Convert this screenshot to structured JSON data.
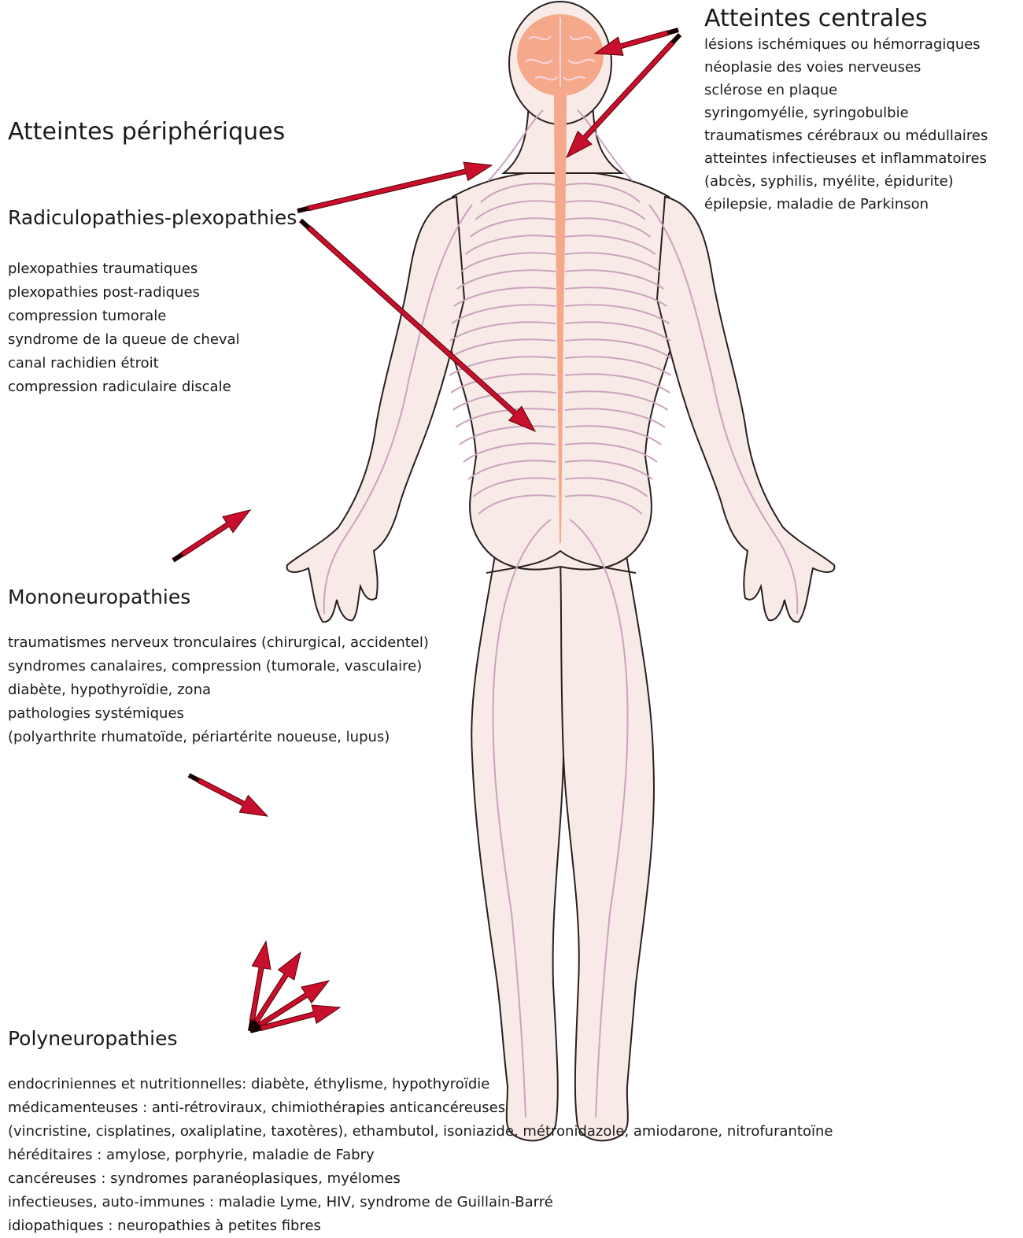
{
  "colors": {
    "skin": "#f8ebe7",
    "outline": "#2a1f1f",
    "nerve": "#caa3bc",
    "cns": "#f5a98a",
    "arrow_fill": "#c8102e",
    "arrow_tail": "#1a0000"
  },
  "central": {
    "title": "Atteintes  centrales",
    "items": [
      "lésions ischémiques ou hémorragiques",
      "néoplasie des voies nerveuses",
      "sclérose en plaque",
      "syringomyélie, syringobulbie",
      "traumatismes cérébraux ou médullaires",
      "atteintes infectieuses et inflammatoires",
      "(abcès, syphilis, myélite, épidurite)",
      "épilepsie, maladie de Parkinson"
    ]
  },
  "peripheral": {
    "title": "Atteintes  périphériques"
  },
  "radiculo": {
    "title": "Radiculopathies-plexopathies",
    "items": [
      "plexopathies traumatiques",
      "plexopathies post-radiques",
      "compression tumorale",
      "syndrome de la queue de cheval",
      "canal rachidien étroit",
      "compression radiculaire discale"
    ]
  },
  "mono": {
    "title": "Mononeuropathies",
    "items": [
      "traumatismes nerveux tronculaires (chirurgical, accidentel)",
      "syndromes canalaires, compression (tumorale, vasculaire)",
      "diabète, hypothyroïdie, zona",
      "pathologies systémiques",
      "(polyarthrite rhumatoïde, périartérite noueuse, lupus)"
    ]
  },
  "poly": {
    "title": "Polyneuropathies",
    "items": [
      "endocriniennes et nutritionnelles: diabète, éthylisme, hypothyroïdie",
      "médicamenteuses : anti-rétroviraux, chimiothérapies anticancéreuses",
      "(vincristine, cisplatines, oxaliplatine, taxotères), ethambutol, isoniazide, métronidazole, amiodarone, nitrofurantoïne",
      "héréditaires : amylose, porphyrie, maladie de Fabry",
      "cancéreuses : syndromes paranéoplasiques, myélomes",
      "infectieuses, auto-immunes : maladie Lyme, HIV, syndrome de Guillain-Barré",
      "idiopathiques : neuropathies à petites fibres"
    ]
  }
}
